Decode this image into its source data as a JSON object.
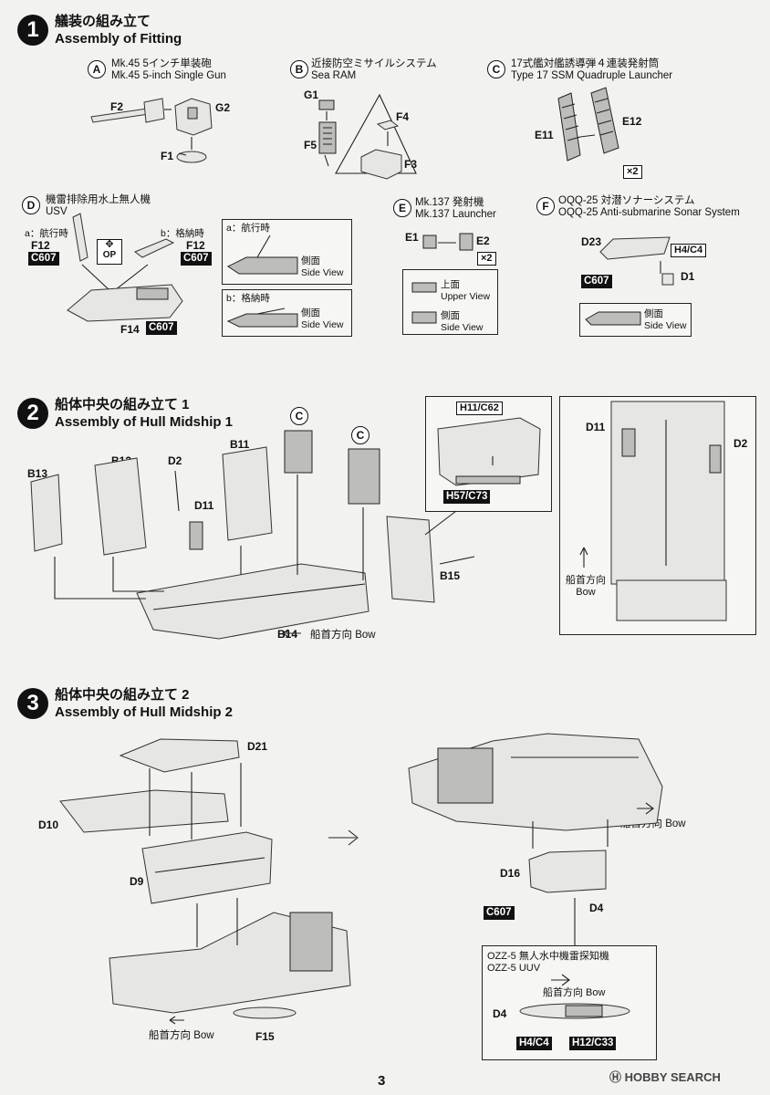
{
  "page_number": "3",
  "watermark": "HOBBY SEARCH",
  "steps": {
    "s1": {
      "num": "1",
      "title_jp": "艤装の組み立て",
      "title_en": "Assembly of Fitting"
    },
    "s2": {
      "num": "2",
      "title_jp": "船体中央の組み立て 1",
      "title_en": "Assembly of Hull Midship 1"
    },
    "s3": {
      "num": "3",
      "title_jp": "船体中央の組み立て 2",
      "title_en": "Assembly of Hull Midship 2"
    }
  },
  "fitting": {
    "A": {
      "letter": "A",
      "jp": "Mk.45 5インチ単装砲",
      "en": "Mk.45 5-inch Single Gun",
      "parts": [
        "F2",
        "G2",
        "F1"
      ]
    },
    "B": {
      "letter": "B",
      "jp": "近接防空ミサイルシステム",
      "en": "Sea RAM",
      "parts": [
        "G1",
        "F5",
        "F4",
        "F3"
      ]
    },
    "C": {
      "letter": "C",
      "jp": "17式艦対艦誘導弾４連装発射筒",
      "en": "Type 17 SSM Quadruple Launcher",
      "parts": [
        "E11",
        "E12"
      ],
      "qty": "×2"
    },
    "D": {
      "letter": "D",
      "jp": "機雷排除用水上無人機",
      "en": "USV",
      "a_label": "a：航行時",
      "b_label": "b：格納時",
      "part_a": "F12",
      "part_b": "F12",
      "tag_a": "C607",
      "tag_b": "C607",
      "op": "OP",
      "hull": "F14",
      "hull_tag": "C607",
      "view_a_title": "a：航行時",
      "view_b_title": "b：格納時",
      "side_jp": "側面",
      "side_en": "Side View"
    },
    "E": {
      "letter": "E",
      "jp": "Mk.137 発射機",
      "en": "Mk.137 Launcher",
      "parts": [
        "E1",
        "E2"
      ],
      "qty": "×2",
      "upper_jp": "上面",
      "upper_en": "Upper View",
      "side_jp": "側面",
      "side_en": "Side View"
    },
    "F": {
      "letter": "F",
      "jp": "OQQ-25 対潜ソナーシステム",
      "en": "OQQ-25 Anti-submarine Sonar System",
      "parts": [
        "D23",
        "D1"
      ],
      "tag_white": "H4/C4",
      "tag_black": "C607",
      "side_jp": "側面",
      "side_en": "Side View"
    }
  },
  "midship1": {
    "parts": [
      "B13",
      "B12",
      "D2",
      "B11",
      "D11",
      "B14",
      "B15"
    ],
    "circle_c": "C",
    "bow": "船首方向 Bow",
    "inset_tags": [
      "H11/C62",
      "H57/C73"
    ],
    "detail_parts": [
      "D11",
      "D2"
    ],
    "detail_bow_jp": "船首方向",
    "detail_bow_en": "Bow"
  },
  "midship2": {
    "parts": [
      "D21",
      "D10",
      "D9",
      "F15",
      "D16",
      "D4"
    ],
    "bow_left": "船首方向 Bow",
    "bow_right": "船首方向 Bow",
    "tag": "C607",
    "uuv": {
      "jp": "OZZ-5 無人水中機雷探知機",
      "en": "OZZ-5 UUV",
      "bow": "船首方向 Bow",
      "part": "D4",
      "tags": [
        "H4/C4",
        "H12/C33"
      ]
    }
  }
}
